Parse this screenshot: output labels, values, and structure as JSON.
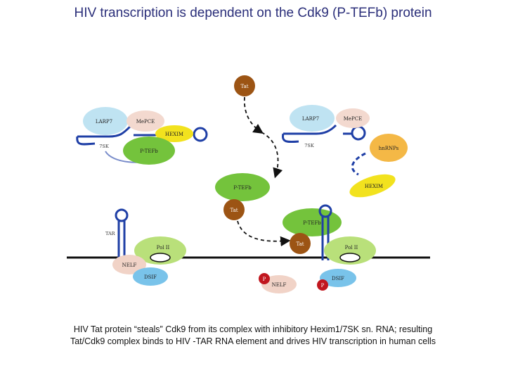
{
  "title": "HIV transcription is dependent on the Cdk9 (P-TEFb) protein",
  "caption": {
    "line1": "HIV Tat protein “steals” Cdk9 from its complex with inhibitory Hexim1/7SK sn. RNA; resulting",
    "line2": "Tat/Cdk9 complex binds to HIV -TAR RNA element and drives HIV transcription in human cells"
  },
  "diagram": {
    "tat_top": "Tat",
    "left_complex": {
      "larp7": "LARP7",
      "mepce": "MePCE",
      "hexim": "HEXIM",
      "rna": "7SK",
      "ptefb": "P-TEFb"
    },
    "right_complex": {
      "larp7": "LARP7",
      "mepce": "MePCE",
      "rna": "7SK",
      "hnrnp": "hnRNPs"
    },
    "hexim_free": "HEXIM",
    "ptefb_free": "P-TEFb",
    "tat_free": "Tat",
    "left_promoter": {
      "tar": "TAR",
      "pol2": "Pol II",
      "nelf": "NELF",
      "dsif": "DSIF"
    },
    "right_promoter": {
      "ptefb": "P-TEFb",
      "tat": "Tat",
      "pol2": "Pol II",
      "dsif": "DSIF",
      "nelf": "NELF",
      "p1": "P",
      "p2": "P"
    }
  },
  "colors": {
    "title": "#2b2f7a",
    "rna_blue": "#1f3fa6",
    "larp7": "#bfe3f2",
    "mepce": "#f3d9cf",
    "hexim": "#f2e21e",
    "ptefb": "#74c33c",
    "tat": "#9c5414",
    "hnrnp": "#f4b846",
    "pol2": "#b9e07a",
    "nelf": "#f1d3c7",
    "dsif": "#79c3ea",
    "phospho": "#c1171f"
  }
}
